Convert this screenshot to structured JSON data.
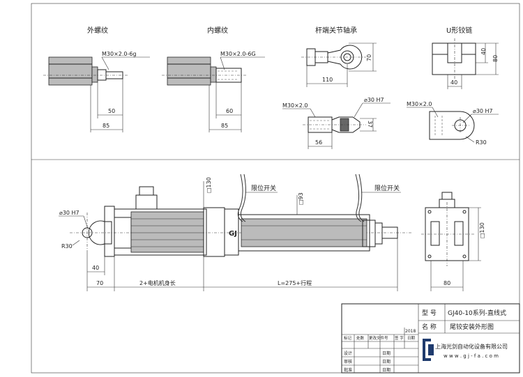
{
  "views": {
    "external_thread": {
      "title": "外螺纹",
      "thread": "M30×2.0-6g",
      "dim_50": "50",
      "dim_85": "85"
    },
    "internal_thread": {
      "title": "内螺纹",
      "thread": "M30×2.0-6G",
      "dim_60": "60",
      "dim_85": "85"
    },
    "rod_end_bearing": {
      "title": "杆端关节轴承",
      "dim_70": "70",
      "dim_110": "110",
      "thread": "M30×2.0",
      "bore": "⌀30 H7",
      "dim_37": "37",
      "dim_56": "56"
    },
    "u_clevis": {
      "title": "U形铰链",
      "dim_40_v": "40",
      "dim_80": "80",
      "dim_40_h": "40",
      "thread": "M30×2.0",
      "bore": "⌀30 H7",
      "radius": "R30"
    }
  },
  "main_view": {
    "bore": "⌀30 H7",
    "radius": "R30",
    "sq130": "□130",
    "sq93": "□93",
    "limit_switch_1": "限位开关",
    "limit_switch_2": "限位开关",
    "dim_40": "40",
    "dim_70": "70",
    "dim_motor": "2+电机机身长",
    "dim_stroke": "L=275+行程"
  },
  "side_view": {
    "sq130": "□130",
    "dim_80": "80"
  },
  "title_block": {
    "model_label": "型 号",
    "model_value": "GJ40-10系列-直线式",
    "name_label": "名 称",
    "name_value": "尾铰安装外形图",
    "year": "2018",
    "rev_headers": [
      "标记",
      "处数",
      "更改文件号",
      "签 字",
      "日期"
    ],
    "rows": [
      {
        "label": "设计",
        "date_label": "日期"
      },
      {
        "label": "审核",
        "date_label": "日期"
      },
      {
        "label": "批准",
        "date_label": "日期"
      }
    ],
    "company": "上海光剑自动化设备有限公司",
    "website": "w w w . g j - f a . c o m"
  }
}
